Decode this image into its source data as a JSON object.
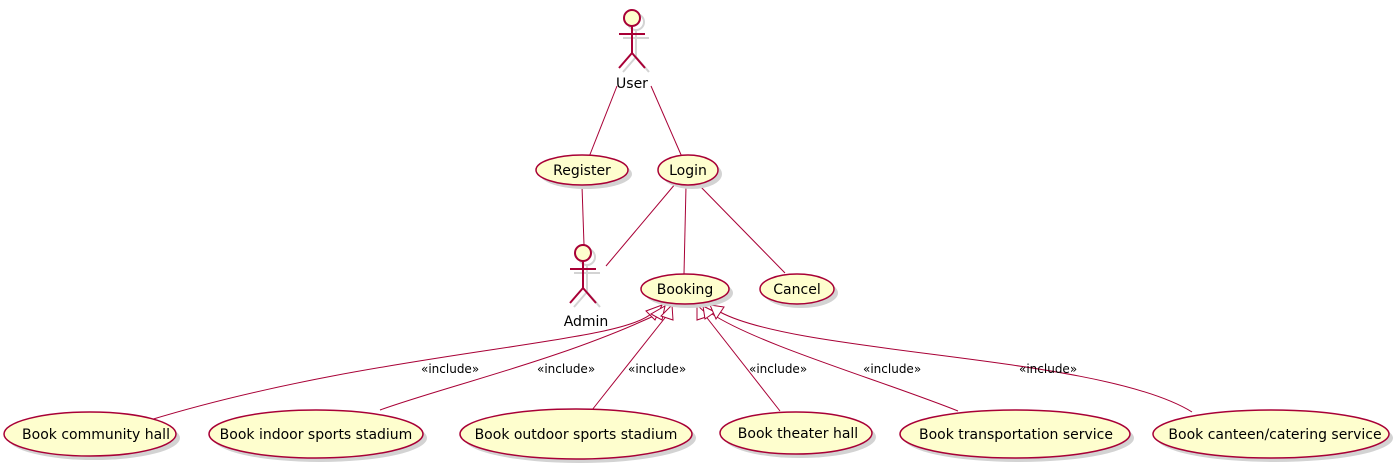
{
  "actors": {
    "user": "User",
    "admin": "Admin"
  },
  "usecases": {
    "register": "Register",
    "login": "Login",
    "booking": "Booking",
    "cancel": "Cancel",
    "community_hall": "Book community hall",
    "indoor_stadium": "Book indoor sports stadium",
    "outdoor_stadium": "Book outdoor sports stadium",
    "theater_hall": "Book theater hall",
    "transportation": "Book transportation service",
    "canteen": "Book canteen/catering service"
  },
  "relations": {
    "include_label": "«include»"
  },
  "colors": {
    "border": "#A80036",
    "fill": "#FEFECE"
  }
}
